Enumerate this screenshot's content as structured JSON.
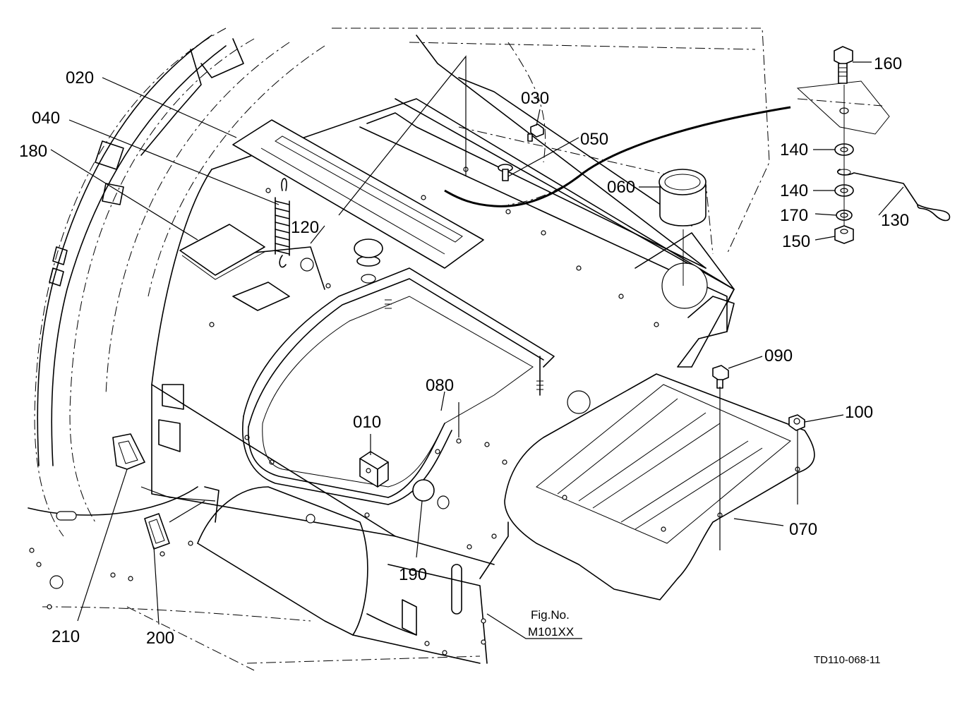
{
  "labels": {
    "p010": "010",
    "p020": "020",
    "p030": "030",
    "p040": "040",
    "p050": "050",
    "p060": "060",
    "p070": "070",
    "p080": "080",
    "p090": "090",
    "p100": "100",
    "p120": "120",
    "p130": "130",
    "p140a": "140",
    "p140b": "140",
    "p150": "150",
    "p160": "160",
    "p170": "170",
    "p180": "180",
    "p190": "190",
    "p200": "200",
    "p210": "210"
  },
  "figure": {
    "caption": "Fig.No.",
    "number": "M101XX"
  },
  "drawing_code": "TD110-068-11"
}
